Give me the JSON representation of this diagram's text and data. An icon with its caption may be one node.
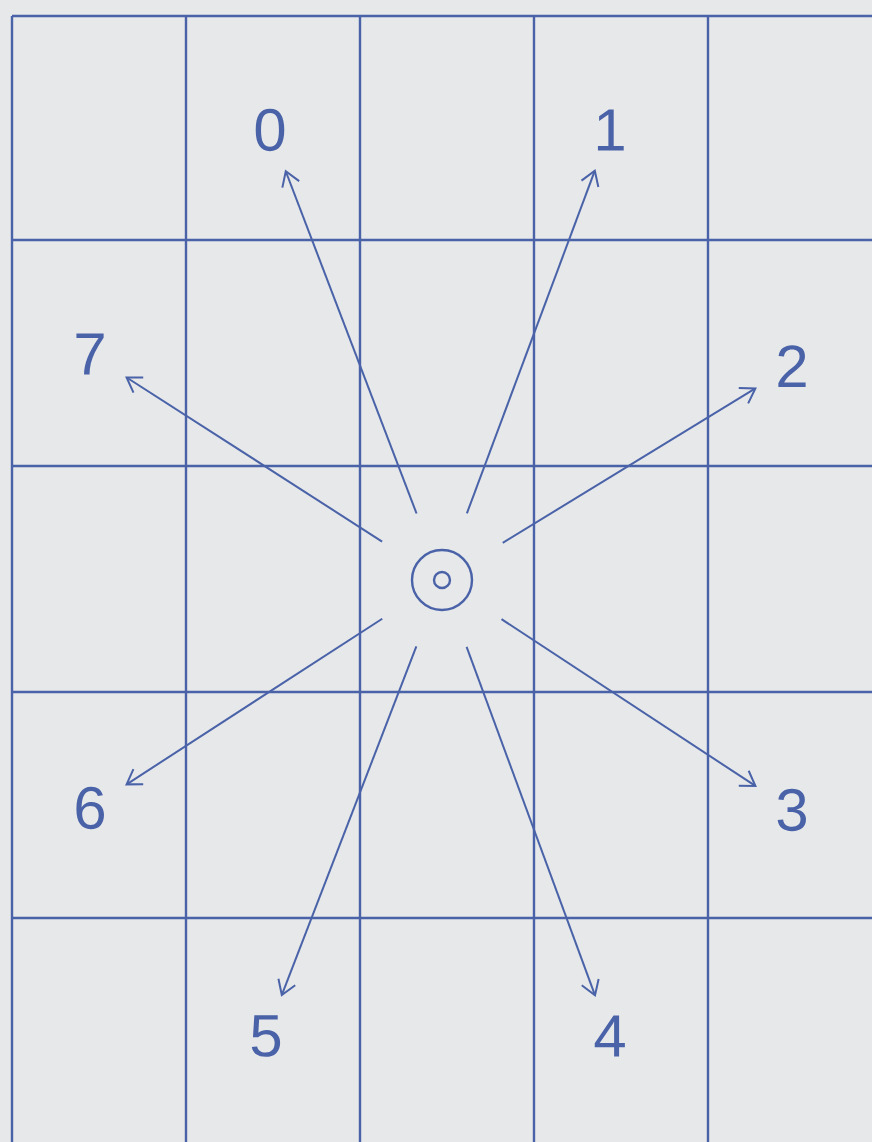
{
  "diagram": {
    "nodes": [
      {
        "text": [
          "0"
        ]
      },
      {
        "text": [
          "1"
        ]
      },
      {
        "text": [
          "2"
        ]
      },
      {
        "text": [
          "3"
        ]
      },
      {
        "text": [
          "4"
        ]
      },
      {
        "text": [
          "5"
        ]
      },
      {
        "text": [
          "6"
        ]
      },
      {
        "text": [
          "7"
        ]
      },
      {
        "text": [],
        "shape": "circle"
      }
    ],
    "edges": [
      {
        "from": 8,
        "to": 0,
        "arrow": "to"
      },
      {
        "from": 8,
        "to": 1,
        "arrow": "to"
      },
      {
        "from": 8,
        "to": 2,
        "arrow": "to"
      },
      {
        "from": 8,
        "to": 3,
        "arrow": "to"
      },
      {
        "from": 8,
        "to": 4,
        "arrow": "to"
      },
      {
        "from": 8,
        "to": 5,
        "arrow": "to"
      },
      {
        "from": 8,
        "to": 6,
        "arrow": "to"
      },
      {
        "from": 8,
        "to": 7,
        "arrow": "to"
      }
    ]
  }
}
